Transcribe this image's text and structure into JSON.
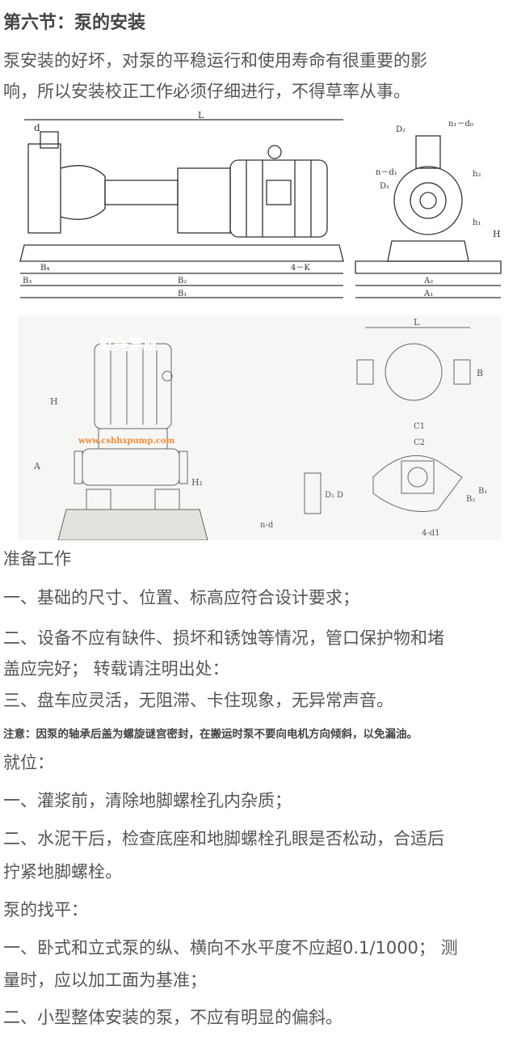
{
  "title": "第六节：泵的安装",
  "intro": [
    "泵安装的好坏，对泵的平稳运行和使用寿命有很重要的影",
    "响，所以安装校正工作必须仔细进行，不得草率从事。"
  ],
  "figure1": {
    "labels": {
      "L": "L",
      "d": "d",
      "D2": "D₂",
      "n1d0": "n₁－d₀",
      "nd1": "n－d₁",
      "D1": "D₁",
      "h2": "h₂",
      "h1": "h₁",
      "H": "H",
      "B3": "B₃",
      "B4": "B₄",
      "B2": "B₂",
      "B1": "B₁",
      "K": "4－K",
      "A2": "A₂",
      "A1": "A₁"
    }
  },
  "figure2": {
    "watermark": "虹兴泵业",
    "watermark_url": "www.cshhxpump.com",
    "labels": {
      "H": "H",
      "A": "A",
      "H1": "H₁",
      "L": "L",
      "B": "B",
      "C1": "C1",
      "C2": "C2",
      "B2": "B₂",
      "B1": "B₁",
      "D1": "D₁",
      "D": "D",
      "nd": "n-d",
      "4d1": "4-d1"
    }
  },
  "sections": [
    {
      "text": "准备工作"
    },
    {
      "text": "一、基础的尺寸、位置、标高应符合设计要求；"
    },
    {
      "text": "二、设备不应有缺件、损坏和锈蚀等情况，管口保护物和堵"
    },
    {
      "text": "盖应完好；  转载请注明出处："
    },
    {
      "text": "三、盘车应灵活，无阻滞、卡住现象，无异常声音。"
    },
    {
      "text": "注意：因泵的轴承后盖为螺旋谜宫密封，在搬运时泵不要向电机方向倾斜，以免漏油。"
    },
    {
      "text": "就位："
    },
    {
      "text": "一、灌浆前，清除地脚螺栓孔内杂质；"
    },
    {
      "text": "二、水泥干后，检查底座和地脚螺栓孔眼是否松动，合适后"
    },
    {
      "text": "拧紧地脚螺栓。"
    },
    {
      "text": "泵的找平："
    },
    {
      "text": "一、卧式和立式泵的纵、横向不水平度不应超0.1/1000；  测"
    },
    {
      "text": "量时，应以加工面为基准；"
    },
    {
      "text": "二、小型整体安装的泵，不应有明显的偏斜。"
    }
  ]
}
